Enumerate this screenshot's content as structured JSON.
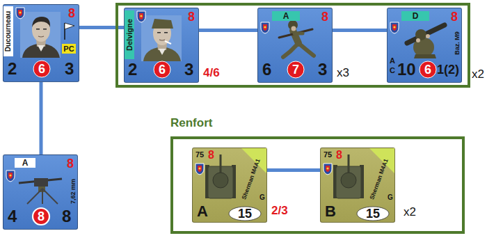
{
  "diagram": {
    "nodes": [
      {
        "text": [
          "Ducourneau",
          "8",
          "PC",
          "2",
          "6",
          "3"
        ]
      },
      {
        "text": [
          "x2"
        ]
      },
      {
        "text": [
          "Delvigne",
          "8",
          "2",
          "6",
          "3"
        ],
        "in": 1
      },
      {
        "text": [
          "A",
          "8",
          "6",
          "7",
          "3"
        ],
        "in": 1
      },
      {
        "text": [
          "D",
          "8",
          "A",
          "C",
          "10",
          "6",
          "1(2)",
          "Baz. M9"
        ],
        "in": 1
      },
      {
        "text": [
          "A",
          "8",
          "4",
          "8",
          "8",
          "7,62 mm"
        ]
      },
      {
        "text": [
          "Renfort",
          "x2"
        ]
      },
      {
        "text": [
          "75",
          "8",
          "A",
          "Sherman M4A1",
          "G",
          "15"
        ],
        "in": 6
      },
      {
        "text": [
          "75",
          "8",
          "B",
          "Sherman M4A1",
          "G",
          "15"
        ],
        "in": 6
      }
    ],
    "edges": [
      {
        "from": 0,
        "to": 2,
        "arrow": "none"
      },
      {
        "from": 2,
        "to": 3,
        "arrow": "none"
      },
      {
        "from": 3,
        "to": 4,
        "arrow": "none"
      },
      {
        "from": 0,
        "to": 5,
        "arrow": "none"
      },
      {
        "from": 7,
        "to": 8,
        "arrow": "none"
      }
    ],
    "labels": [
      "4/6",
      "x3",
      "2/3"
    ]
  }
}
